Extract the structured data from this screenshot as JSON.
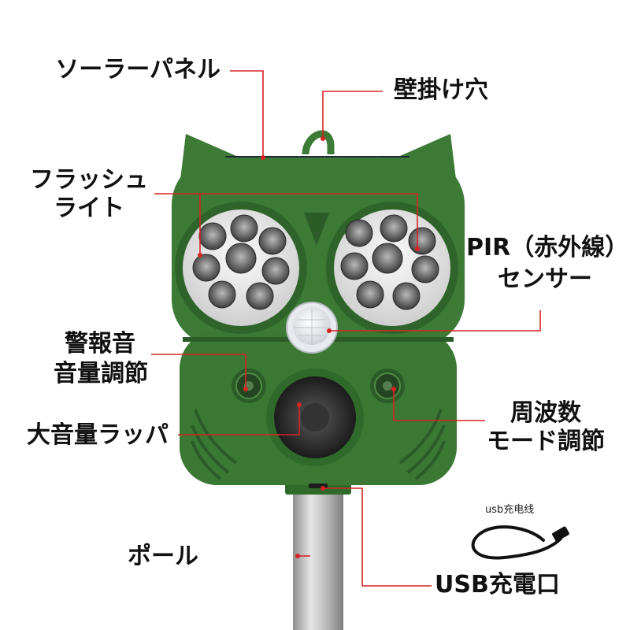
{
  "labels": {
    "solar_panel": "ソーラーパネル",
    "hanging_hole": "壁掛け穴",
    "flash_light_1": "フラッシュ",
    "flash_light_2": "ライト",
    "pir_sensor_1": "PIR（赤外線）",
    "pir_sensor_2": "センサー",
    "alarm_volume_1": "警報音",
    "alarm_volume_2": "音量調節",
    "speaker": "大音量ラッパ",
    "frequency_mode_1": "周波数",
    "frequency_mode_2": "モード調節",
    "pole": "ポール",
    "usb_port": "USB充電口",
    "usb_cable": "usb充电线"
  },
  "colors": {
    "body_green": "#3c7a36",
    "body_dark": "#2b5c27",
    "leader_line": "#d62424",
    "pole_gray": "#b8b8b8"
  }
}
